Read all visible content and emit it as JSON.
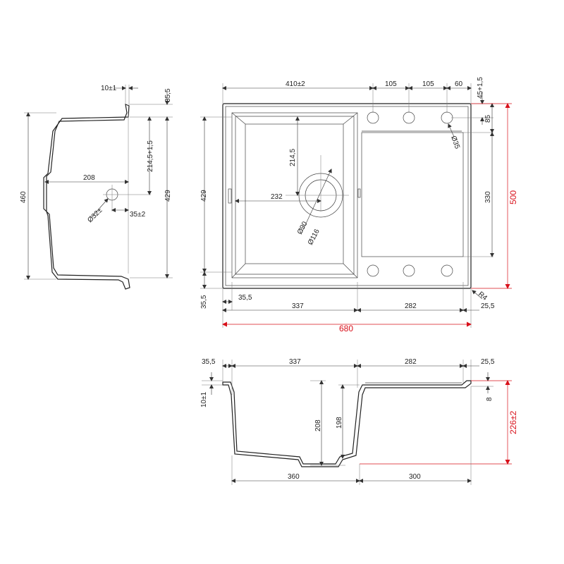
{
  "side_view": {
    "top_width": "10",
    "top_width_tol": "±1",
    "rim_height": "35,5",
    "overall_height": "460",
    "inner_width": "208",
    "hole_height": "214,5",
    "hole_height_tol": "+1,5",
    "depth": "429",
    "hole_diameter": "Ø32",
    "hole_diameter_tol": "±",
    "hole_offset": "35",
    "hole_offset_tol": "±2"
  },
  "top_view": {
    "bowl_width": "410",
    "bowl_width_tol": "±2",
    "tap_spacing_1": "105",
    "tap_spacing_2": "105",
    "tap_margin": "60",
    "tap_edge": "45",
    "tap_edge_tol": "+1,5",
    "tap_row_offset": "85",
    "tap_hole": "Ø35",
    "outlet_offset_y": "214,5",
    "outlet_offset_x": "232",
    "drainer_length": "330",
    "bowl_depth": "429",
    "outlet_inner": "Ø90",
    "outlet_outer": "Ø116",
    "overall_depth": "500",
    "rim_bottom": "35,5",
    "rim_left": "35,5",
    "bowl_length": "337",
    "drainer_width": "282",
    "rim_right": "25,5",
    "corner_radius": "R4",
    "overall_length": "680"
  },
  "section_view": {
    "rim_left": "35,5",
    "bowl_length": "337",
    "drainer_width": "282",
    "rim_right": "25,5",
    "lip": "10",
    "lip_tol": "±1",
    "bowl_depth": "208",
    "bowl_depth_inner": "198",
    "drainer_step": "8",
    "overall_height": "226",
    "overall_height_tol": "±2",
    "bottom_left": "360",
    "bottom_right": "300"
  },
  "colors": {
    "line": "#222222",
    "dimension_red": "#d8101a"
  }
}
